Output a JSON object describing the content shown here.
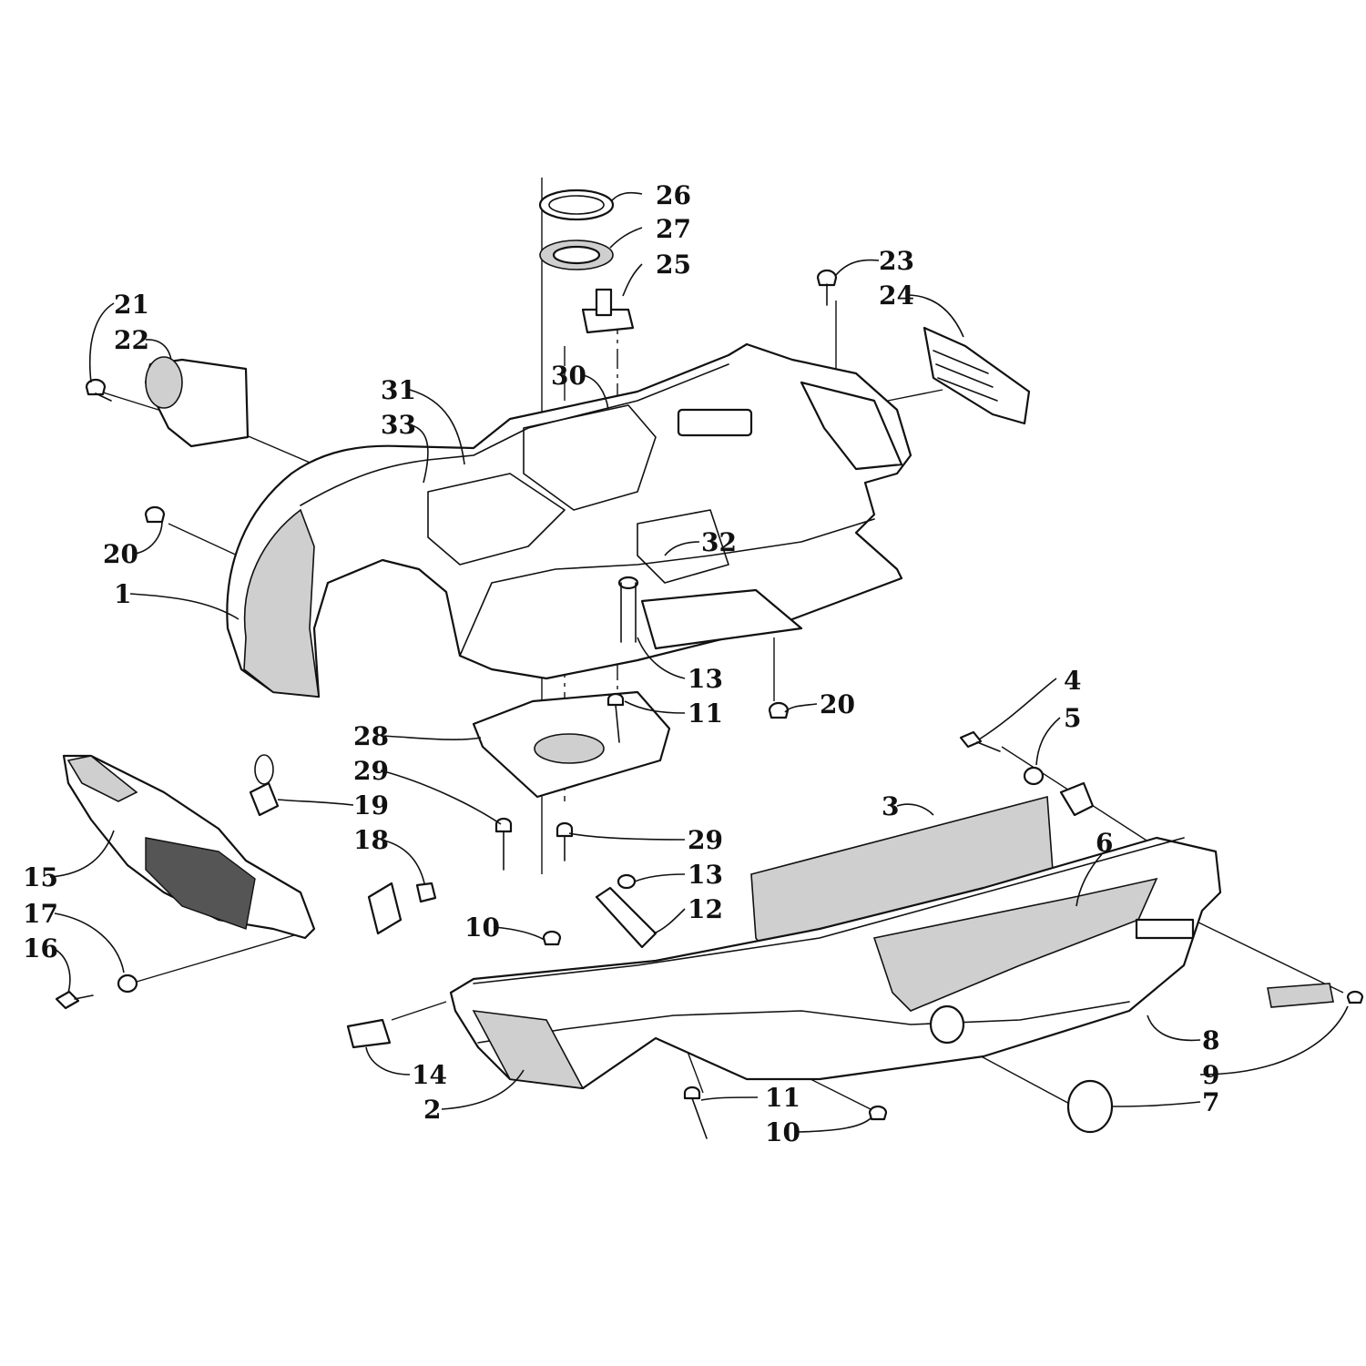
{
  "colors": {
    "ink": "#111111",
    "paper": "#ffffff",
    "shade": "#cfcfcf"
  },
  "callouts": [
    {
      "id": "26",
      "label": "26"
    },
    {
      "id": "27",
      "label": "27"
    },
    {
      "id": "25",
      "label": "25"
    },
    {
      "id": "23",
      "label": "23"
    },
    {
      "id": "24",
      "label": "24"
    },
    {
      "id": "21",
      "label": "21"
    },
    {
      "id": "22",
      "label": "22"
    },
    {
      "id": "30",
      "label": "30"
    },
    {
      "id": "31",
      "label": "31"
    },
    {
      "id": "33",
      "label": "33"
    },
    {
      "id": "20a",
      "label": "20"
    },
    {
      "id": "32",
      "label": "32"
    },
    {
      "id": "1",
      "label": "1"
    },
    {
      "id": "13a",
      "label": "13"
    },
    {
      "id": "20b",
      "label": "20"
    },
    {
      "id": "4",
      "label": "4"
    },
    {
      "id": "5",
      "label": "5"
    },
    {
      "id": "11a",
      "label": "11"
    },
    {
      "id": "28",
      "label": "28"
    },
    {
      "id": "29a",
      "label": "29"
    },
    {
      "id": "19",
      "label": "19"
    },
    {
      "id": "3",
      "label": "3"
    },
    {
      "id": "6",
      "label": "6"
    },
    {
      "id": "29b",
      "label": "29"
    },
    {
      "id": "18",
      "label": "18"
    },
    {
      "id": "13b",
      "label": "13"
    },
    {
      "id": "15",
      "label": "15"
    },
    {
      "id": "12",
      "label": "12"
    },
    {
      "id": "17",
      "label": "17"
    },
    {
      "id": "10a",
      "label": "10"
    },
    {
      "id": "16",
      "label": "16"
    },
    {
      "id": "14",
      "label": "14"
    },
    {
      "id": "8",
      "label": "8"
    },
    {
      "id": "9",
      "label": "9"
    },
    {
      "id": "11b",
      "label": "11"
    },
    {
      "id": "7",
      "label": "7"
    },
    {
      "id": "2",
      "label": "2"
    },
    {
      "id": "10b",
      "label": "10"
    }
  ]
}
